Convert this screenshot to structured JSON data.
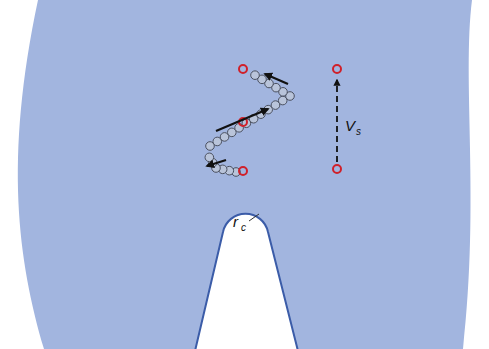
{
  "diagram": {
    "labels": [
      "r",
      "c",
      "V",
      "s"
    ]
  }
}
